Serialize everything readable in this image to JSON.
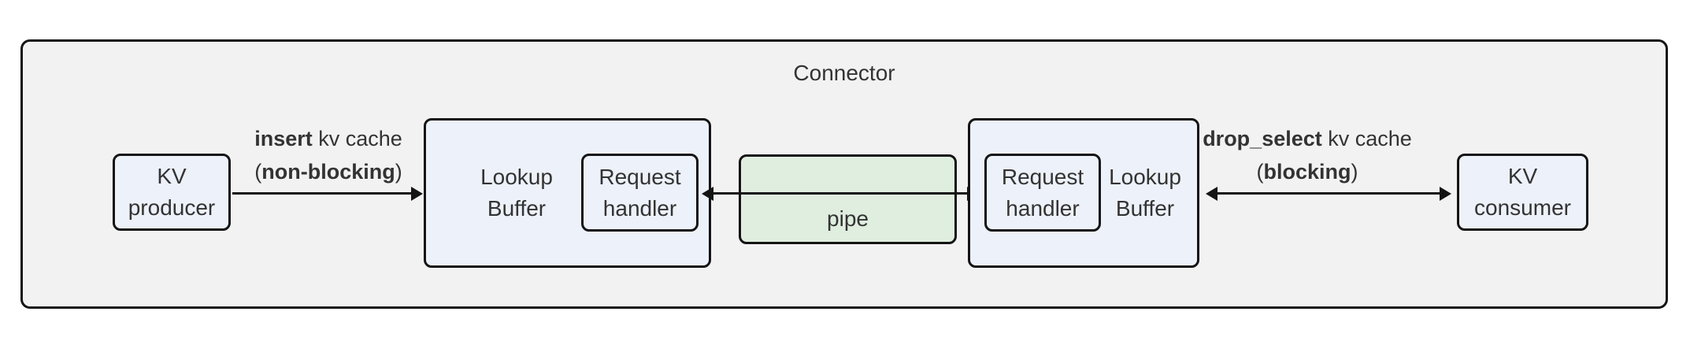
{
  "diagram": {
    "title": "Connector",
    "nodes": {
      "kv_producer": {
        "line1": "KV",
        "line2": "producer"
      },
      "lookup_buffer_left": {
        "line1": "Lookup",
        "line2": "Buffer"
      },
      "request_handler_left": {
        "line1": "Request",
        "line2": "handler"
      },
      "pipe": {
        "label": "pipe"
      },
      "request_handler_right": {
        "line1": "Request",
        "line2": "handler"
      },
      "lookup_buffer_right": {
        "line1": "Lookup",
        "line2": "Buffer"
      },
      "kv_consumer": {
        "line1": "KV",
        "line2": "consumer"
      }
    },
    "edges": {
      "insert": {
        "verb": "insert",
        "rest": " kv cache",
        "paren_open": "(",
        "mode": "non-blocking",
        "paren_close": ")"
      },
      "drop_select": {
        "verb": "drop_select",
        "rest": " kv cache",
        "paren_open": "(",
        "mode": "blocking",
        "paren_close": ")"
      }
    },
    "colors": {
      "node_fill": "#edf1fa",
      "node_border": "#141414",
      "pipe_fill": "#dfeede",
      "container_fill": "#f2f2f2",
      "text": "#333333",
      "arrow": "#141414"
    }
  }
}
